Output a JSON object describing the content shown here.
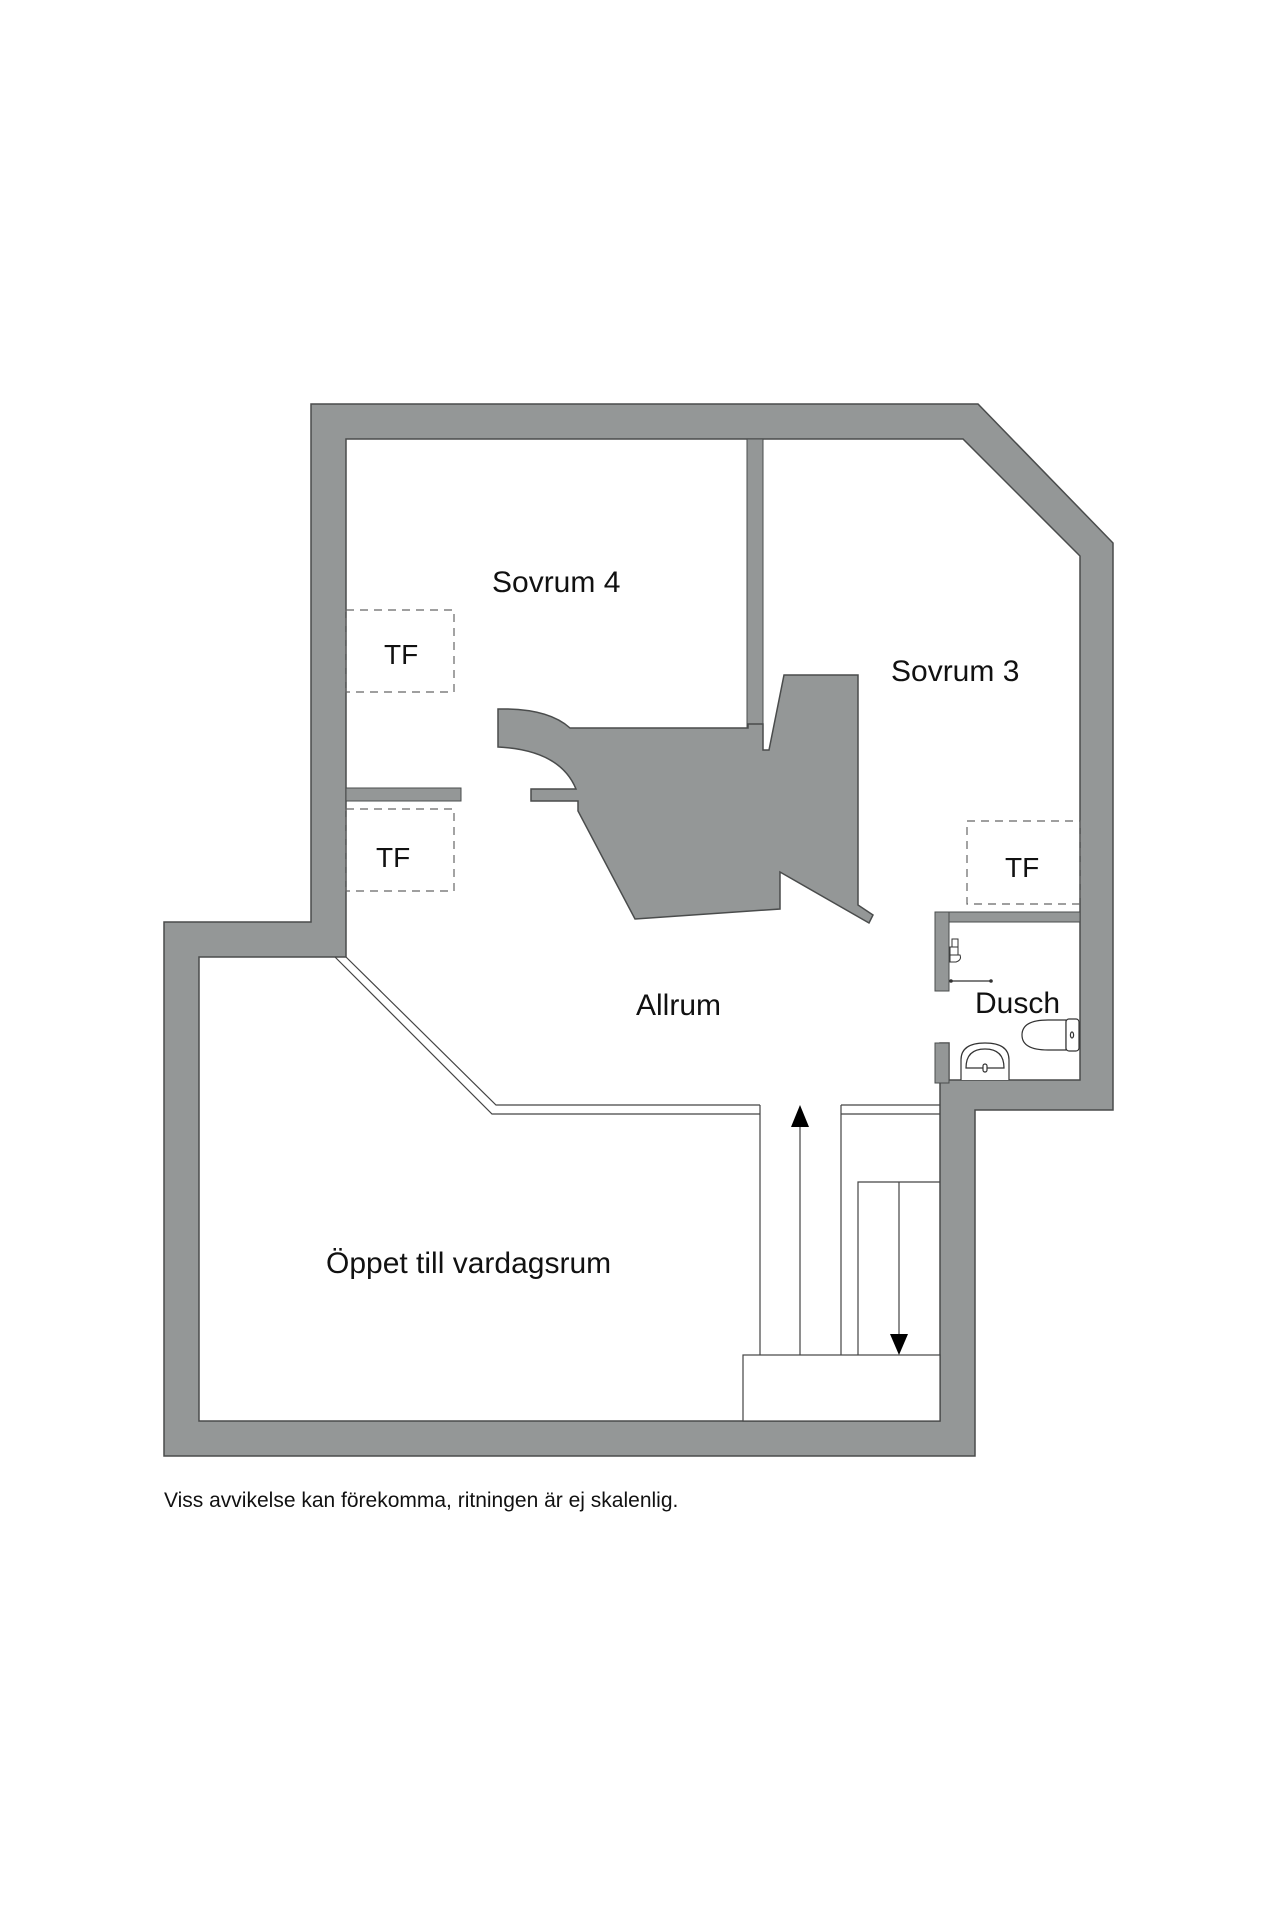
{
  "plan": {
    "rooms": {
      "sovrum4": "Sovrum 4",
      "sovrum3": "Sovrum 3",
      "allrum": "Allrum",
      "dusch": "Dusch",
      "oppet": "Öppet till vardagsrum"
    },
    "closets": [
      "TF",
      "TF",
      "TF"
    ],
    "disclaimer": "Viss avvikelse kan förekomma, ritningen är ej skalenlig."
  },
  "colors": {
    "wall": "#949797",
    "wall_edge": "#4a4c4c",
    "text": "#111111"
  }
}
